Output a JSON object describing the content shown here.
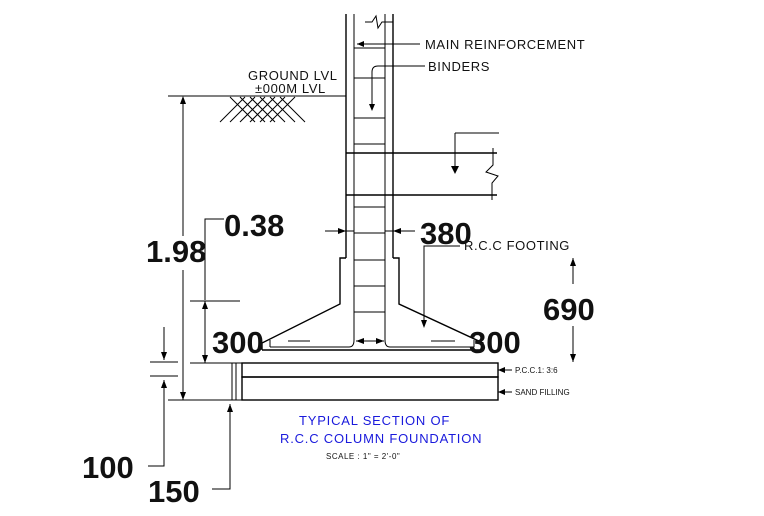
{
  "labels": {
    "main_reinforcement": "MAIN REINFORCEMENT",
    "binders": "BINDERS",
    "ground_lvl_line1": "GROUND LVL",
    "ground_lvl_line2": "±000M LVL",
    "rcc_footing": "R.C.C FOOTING",
    "pcc": "P.C.C.1: 3:6",
    "sand_filling": "SAND FILLING"
  },
  "dimensions": {
    "depth_total": "1.98",
    "depth_step": "0.38",
    "column_width": "380",
    "footing_height": "690",
    "offset_left": "300",
    "offset_right": "300",
    "pcc_thickness": "100",
    "sand_thickness": "150"
  },
  "title": {
    "line1": "TYPICAL SECTION OF",
    "line2": "R.C.C COLUMN FOUNDATION",
    "scale": "SCALE : 1\" = 2'-0\""
  },
  "colors": {
    "line": "#000000",
    "title_text": "#1a1adc",
    "background": "#ffffff"
  }
}
